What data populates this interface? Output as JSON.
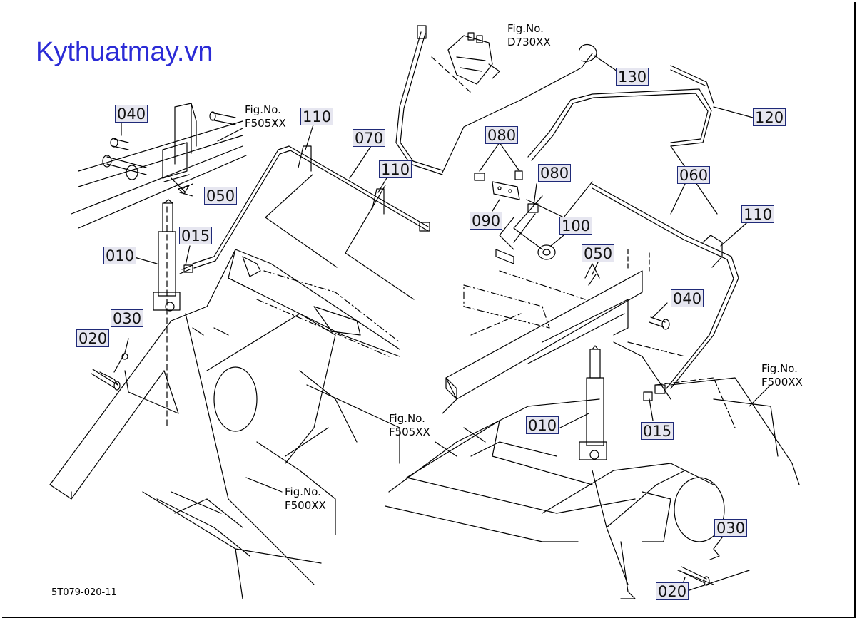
{
  "watermark": "Kythuatmay.vn",
  "drawing_code": "5T079-020-11",
  "figure_refs": {
    "f505_left": [
      "Fig.No.",
      "F505XX"
    ],
    "d730": [
      "Fig.No.",
      "D730XX"
    ],
    "f505_mid": [
      "Fig.No.",
      "F505XX"
    ],
    "f500_left": [
      "Fig.No.",
      "F500XX"
    ],
    "f500_right": [
      "Fig.No.",
      "F500XX"
    ]
  },
  "part_labels": {
    "p040_l": "040",
    "p110_l": "110",
    "p070": "070",
    "p110_m": "110",
    "p050_l": "050",
    "p015_l": "015",
    "p010_l": "010",
    "p030_l": "030",
    "p020_l": "020",
    "p130": "130",
    "p120": "120",
    "p080_a": "080",
    "p080_b": "080",
    "p060": "060",
    "p090": "090",
    "p100": "100",
    "p110_r": "110",
    "p050_r": "050",
    "p040_r": "040",
    "p010_r": "010",
    "p015_r": "015",
    "p030_r": "030",
    "p020_r": "020"
  },
  "colors": {
    "watermark": "#2b2bd6",
    "tag_fill": "#e6e6f0",
    "tag_border": "#1f2a78",
    "line": "#000000"
  }
}
